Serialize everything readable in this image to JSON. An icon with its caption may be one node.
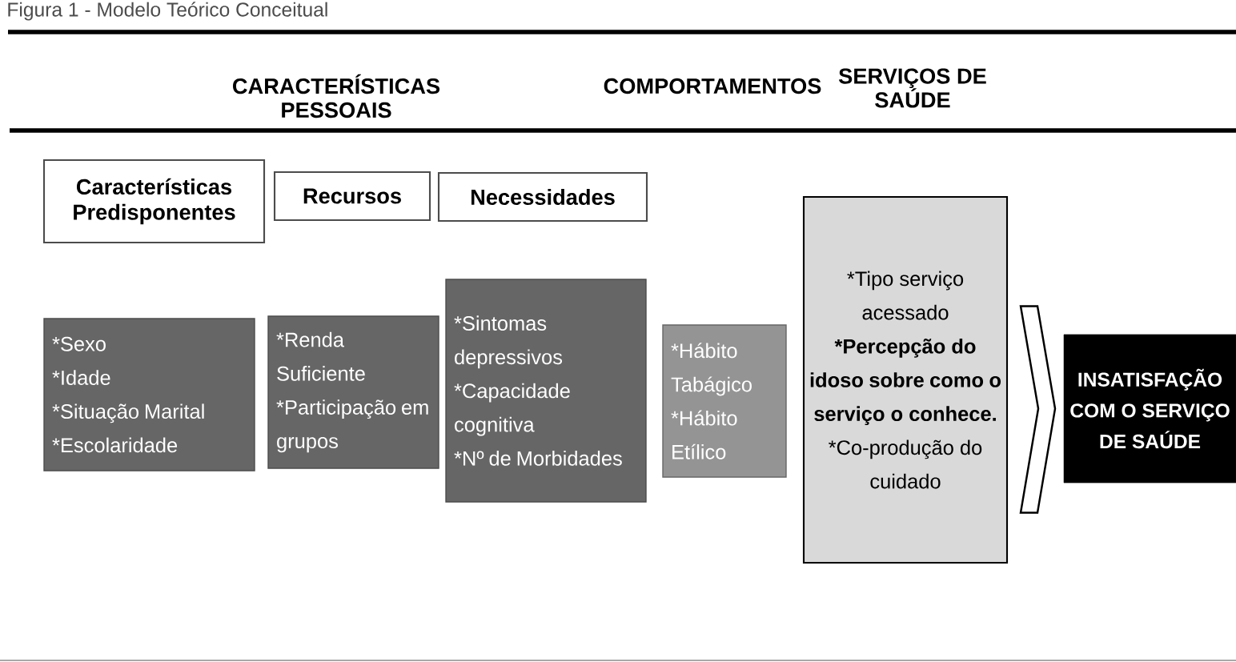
{
  "diagram": {
    "title": "Figura 1 - Modelo Teórico Conceitual",
    "nodes": [
      {
        "text": [
          "CARACTERÍSTICAS PESSOAIS"
        ]
      },
      {
        "text": [
          "COMPORTAMENTOS"
        ]
      },
      {
        "text": [
          "SERVIÇOS DE SAÚDE"
        ]
      },
      {
        "text": [
          "Características Predisponentes"
        ]
      },
      {
        "text": [
          "Recursos"
        ]
      },
      {
        "text": [
          "Necessidades"
        ]
      },
      {
        "text": [
          "*Sexo",
          "*Idade",
          "*Situação Marital",
          "*Escolaridade"
        ]
      },
      {
        "text": [
          "*Renda Suficiente",
          "*Participação em grupos"
        ]
      },
      {
        "text": [
          "*Sintomas depressivos",
          "*Capacidade cognitiva",
          "*Nº de Morbidades"
        ]
      },
      {
        "text": [
          "*Hábito Tabágico",
          "*Hábito Etílico"
        ]
      },
      {
        "text": [
          "*Tipo serviço acessado",
          "*Percepção do idoso sobre como o serviço o conhece.",
          "*Co-produção do cuidado"
        ]
      },
      {
        "text": [
          "INSATISFAÇÃO COM O SERVIÇO DE SAÚDE"
        ]
      }
    ],
    "edges": [
      {
        "from": 10,
        "to": 11,
        "arrow": "to"
      }
    ]
  }
}
